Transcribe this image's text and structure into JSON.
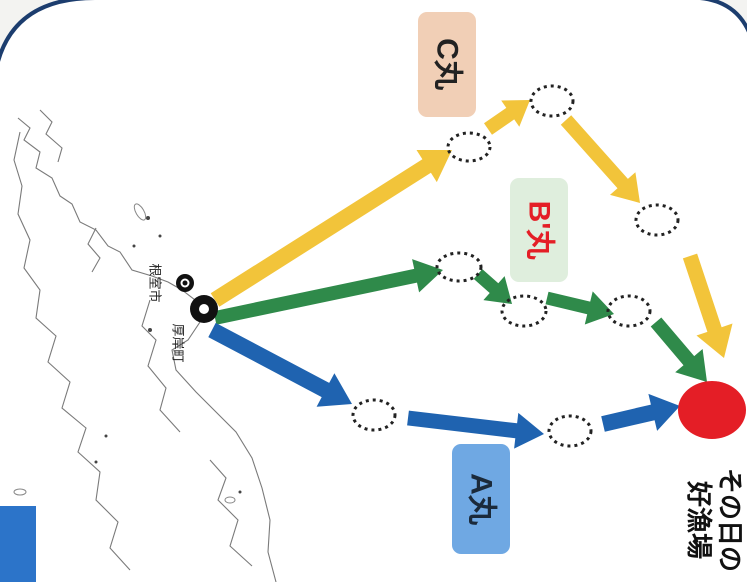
{
  "colors": {
    "yellow": "#f2c43a",
    "green": "#2f8a4a",
    "blue": "#1f63b0",
    "red": "#e41e26",
    "box_c": "#f1cfb6",
    "box_b": "#dfeedd",
    "box_a": "#6fa8e3",
    "side_tab": "#2c74c9"
  },
  "labels": {
    "c_boat": "C丸",
    "b_boat": "B'丸",
    "a_boat": "A丸",
    "nemuro": "根室市",
    "akkeshi": "厚岸町",
    "fishing_ground_line1": "その日の",
    "fishing_ground_line2": "好漁場"
  }
}
